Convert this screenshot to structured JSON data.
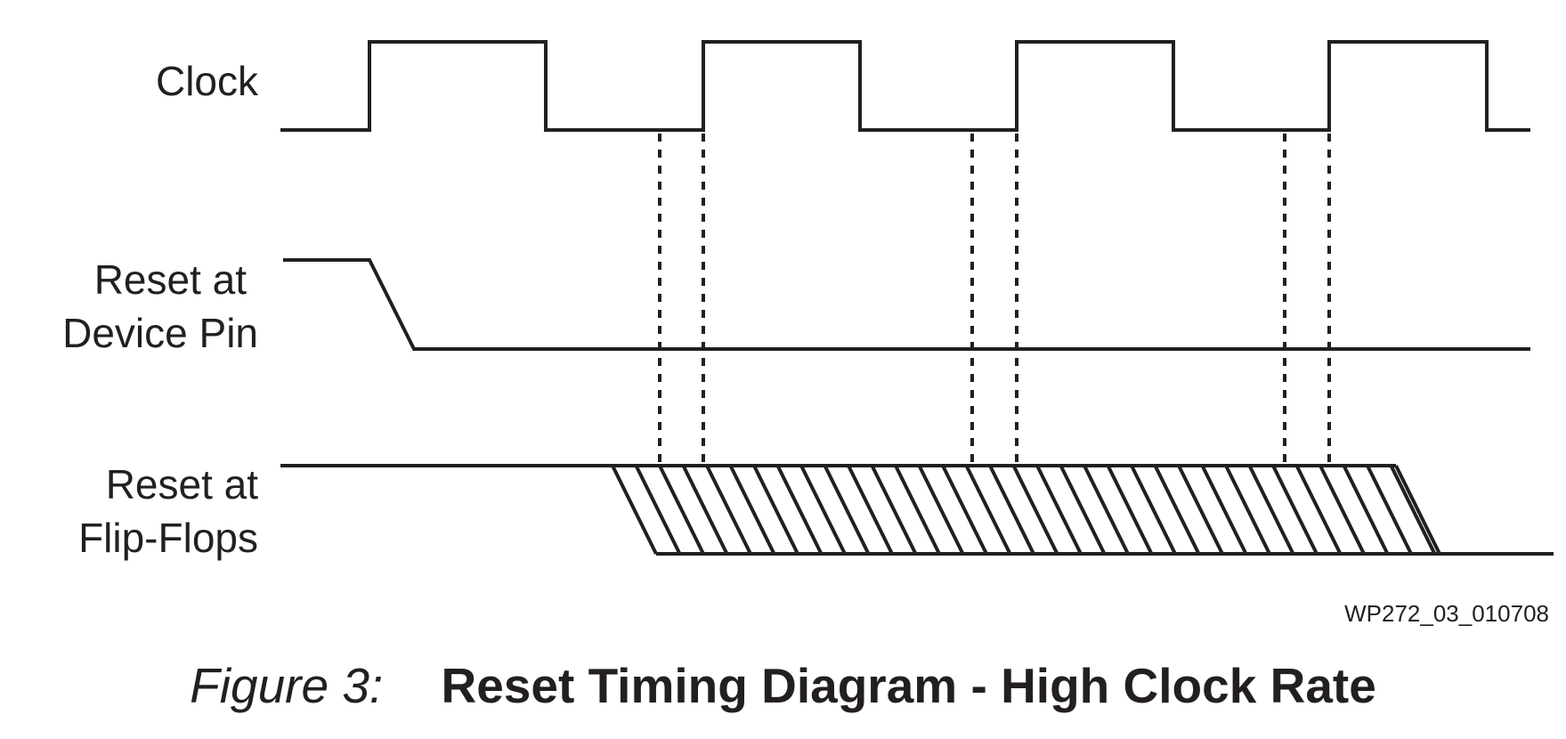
{
  "signals": [
    {
      "id": "clock",
      "label_lines": [
        "Clock"
      ]
    },
    {
      "id": "reset-pin",
      "label_lines": [
        "Reset at",
        "Device Pin"
      ]
    },
    {
      "id": "reset-ff",
      "label_lines": [
        "Reset at",
        "Flip-Flops"
      ]
    }
  ],
  "clock": {
    "cycles_shown": 4
  },
  "doc_id": "WP272_03_010708",
  "caption": {
    "number": "Figure 3:",
    "title": "Reset Timing Diagram - High Clock Rate"
  },
  "colors": {
    "ink": "#231f20",
    "background": "#ffffff"
  }
}
